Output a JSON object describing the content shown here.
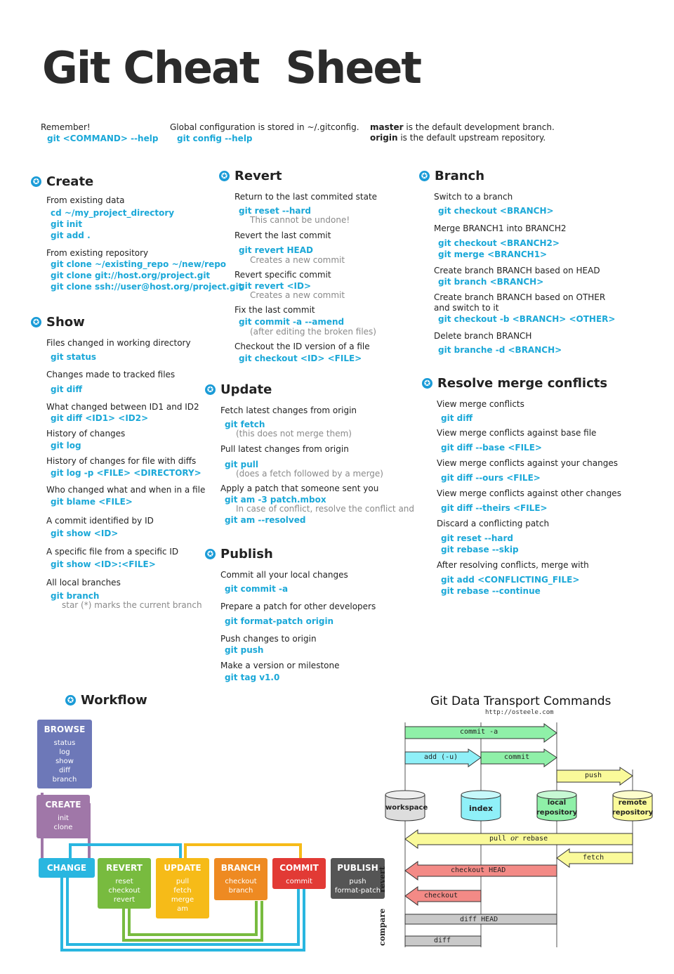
{
  "title": {
    "word1": "Git Cheat",
    "word2": "Sheet"
  },
  "intro": {
    "remember": "Remember!",
    "help_cmd": "git <COMMAND> --help",
    "global_config": "Global configuration is stored in ~/.gitconfig.",
    "config_cmd": "git config --help",
    "master_bold": "master",
    "master_rest": " is the default development branch.",
    "origin_bold": "origin",
    "origin_rest": " is the default upstream repository."
  },
  "create": {
    "heading": "Create",
    "existing_data": "From existing data",
    "cmds1": [
      "cd ~/my_project_directory",
      "git init",
      "git add ."
    ],
    "existing_repo": "From existing repository",
    "cmds2": [
      "git clone ~/existing_repo ~/new/repo",
      "git clone git://host.org/project.git",
      "git clone ssh://user@host.org/project.git"
    ]
  },
  "show": {
    "heading": "Show",
    "items": [
      {
        "desc": "Files changed in working directory",
        "cmd": "git status"
      },
      {
        "desc": "Changes made to tracked files",
        "cmd": "git diff"
      },
      {
        "desc": "What changed between ID1 and ID2",
        "cmd": "git diff <ID1> <ID2>"
      },
      {
        "desc": "History of changes",
        "cmd": "git log"
      },
      {
        "desc": "History of changes for file with diffs",
        "cmd": "git log -p <FILE> <DIRECTORY>"
      },
      {
        "desc": "Who changed what and when in a file",
        "cmd": "git blame <FILE>"
      },
      {
        "desc": "A commit identified by ID",
        "cmd": "git show <ID>"
      },
      {
        "desc": "A specific file from a specific ID",
        "cmd": "git show <ID>:<FILE>"
      },
      {
        "desc": "All local branches",
        "cmd": "git branch",
        "sub": "star (*) marks the current branch"
      }
    ]
  },
  "revert": {
    "heading": "Revert",
    "items": [
      {
        "desc": "Return to the last commited state",
        "cmd": "git reset --hard",
        "sub": "This cannot be undone!"
      },
      {
        "desc": "Revert the last commit",
        "cmd": "git revert HEAD",
        "sub": "Creates a new commit"
      },
      {
        "desc": "Revert specific commit",
        "cmd": "git revert <ID>",
        "sub": "Creates a new commit"
      },
      {
        "desc": "Fix the last commit",
        "cmd": "git commit -a --amend",
        "sub": "(after editing the broken files)"
      },
      {
        "desc": "Checkout the ID version of a file",
        "cmd": "git checkout <ID> <FILE>"
      }
    ]
  },
  "update": {
    "heading": "Update",
    "items": [
      {
        "desc": "Fetch latest changes from origin",
        "cmd": "git fetch",
        "sub": "(this does not merge them)"
      },
      {
        "desc": "Pull latest changes from origin",
        "cmd": "git pull",
        "sub": "(does a fetch followed by a merge)"
      },
      {
        "desc": "Apply a patch that someone sent you",
        "cmd": "git am -3 patch.mbox",
        "sub": "In case of conflict, resolve the conflict and",
        "cmd2": "git am --resolved"
      }
    ]
  },
  "publish": {
    "heading": "Publish",
    "items": [
      {
        "desc": "Commit all your local changes",
        "cmd": "git commit -a"
      },
      {
        "desc": "Prepare a patch for other developers",
        "cmd": "git format-patch origin"
      },
      {
        "desc": "Push changes to origin",
        "cmd": "git push"
      },
      {
        "desc": "Make a version or milestone",
        "cmd": "git tag v1.0"
      }
    ]
  },
  "branch": {
    "heading": "Branch",
    "items": [
      {
        "desc": "Switch to a branch",
        "cmds": [
          "git checkout <BRANCH>"
        ]
      },
      {
        "desc": "Merge BRANCH1 into BRANCH2",
        "cmds": [
          "git checkout <BRANCH2>",
          "git merge <BRANCH1>"
        ]
      },
      {
        "desc": "Create branch BRANCH based on HEAD",
        "cmds": [
          "git branch <BRANCH>"
        ]
      },
      {
        "desc": "Create branch BRANCH based on OTHER",
        "desc2": "and switch to it",
        "cmds": [
          "git checkout -b <BRANCH> <OTHER>"
        ]
      },
      {
        "desc": "Delete branch BRANCH",
        "cmds": [
          "git branche -d <BRANCH>"
        ]
      }
    ]
  },
  "resolve": {
    "heading": "Resolve merge conflicts",
    "items": [
      {
        "desc": "View merge conflicts",
        "cmds": [
          "git diff"
        ]
      },
      {
        "desc": "View merge conflicts against base file",
        "cmds": [
          "git diff --base <FILE>"
        ]
      },
      {
        "desc": "View merge conflicts against your changes",
        "cmds": [
          "git diff --ours <FILE>"
        ]
      },
      {
        "desc": "View merge conflicts against other changes",
        "cmds": [
          "git diff --theirs <FILE>"
        ]
      },
      {
        "desc": "Discard a conflicting patch",
        "cmds": [
          "git reset --hard",
          "git rebase --skip"
        ]
      },
      {
        "desc": "After resolving conflicts, merge with",
        "cmds": [
          "git add <CONFLICTING_FILE>",
          "git rebase --continue"
        ]
      }
    ]
  },
  "workflow": {
    "heading": "Workflow",
    "browse": {
      "title": "BROWSE",
      "lines": [
        "status",
        "log",
        "show",
        "diff",
        "branch"
      ],
      "color": "#6d78b8"
    },
    "create": {
      "title": "CREATE",
      "lines": [
        "init",
        "clone"
      ],
      "color": "#a077a8"
    },
    "change": {
      "title": "CHANGE",
      "color": "#29b6e0"
    },
    "revert": {
      "title": "REVERT",
      "lines": [
        "reset",
        "checkout",
        "revert"
      ],
      "color": "#78bb3f"
    },
    "update": {
      "title": "UPDATE",
      "lines": [
        "pull",
        "fetch",
        "merge",
        "am"
      ],
      "color": "#f6bb18"
    },
    "branch": {
      "title": "BRANCH",
      "lines": [
        "checkout",
        "branch"
      ],
      "color": "#ee8a22"
    },
    "commit": {
      "title": "COMMIT",
      "lines": [
        "commit"
      ],
      "color": "#e23a35"
    },
    "publish": {
      "title": "PUBLISH",
      "lines": [
        "push",
        "format-patch"
      ],
      "color": "#555555"
    }
  },
  "transport": {
    "title": "Git Data Transport Commands",
    "url": "http://osteele.com",
    "nodes": {
      "workspace": "workspace",
      "index": "index",
      "local": [
        "local",
        "repository"
      ],
      "remote": [
        "remote",
        "repository"
      ]
    },
    "arrows": {
      "commit_a": "commit -a",
      "add": "add (-u)",
      "commit": "commit",
      "push": "push",
      "pull": "pull",
      "or": "or",
      "rebase": "rebase",
      "fetch": "fetch",
      "checkout_head": "checkout HEAD",
      "checkout": "checkout",
      "diff_head": "diff HEAD",
      "diff": "diff"
    },
    "side_labels": {
      "revert": "revert",
      "compare": "compare"
    },
    "colors": {
      "green": "#8ff0a8",
      "cyan": "#8ff0f8",
      "yellow": "#fafa9a",
      "red": "#f38a86",
      "gray": "#c9c9c9"
    }
  }
}
